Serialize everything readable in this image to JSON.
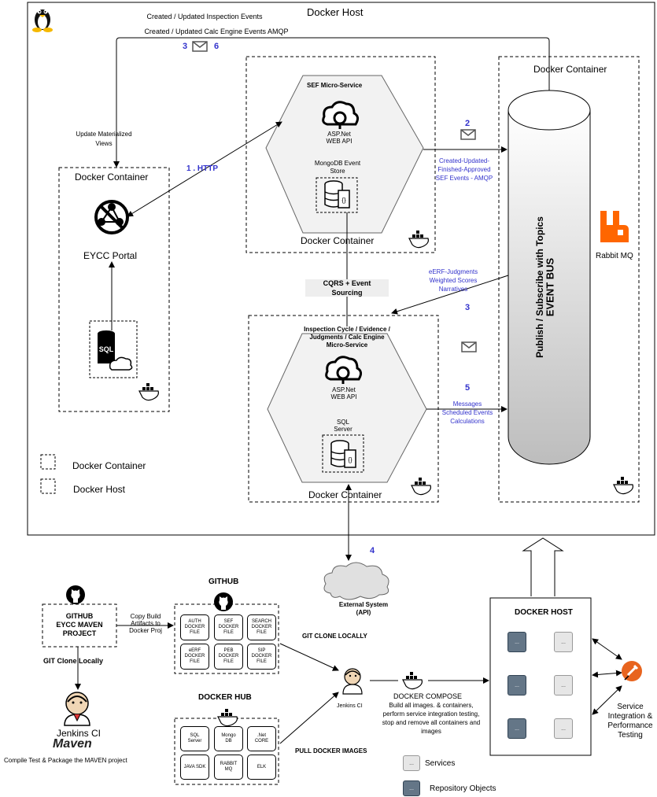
{
  "host": {
    "title": "Docker Host",
    "amqp_line1": "Created / Updated Inspection Events",
    "amqp_line2": "Created / Updated Calc Engine Events AMQP",
    "amqp_num_left": "3",
    "amqp_num_right": "6"
  },
  "portal": {
    "container_label": "Docker Container",
    "name": "EYCC Portal",
    "update_views": "Update Materialized\nViews",
    "sql_icon_text": "SQL"
  },
  "sef": {
    "title": "SEF Micro-Service",
    "api": "ASP.Net\nWEB API",
    "store": "MongoDB Event\nStore",
    "container_label": "Docker Container"
  },
  "http_label": "1 . HTTP",
  "cqrs_label": "CQRS + Event\nSourcing",
  "event_bus": {
    "container_label": "Docker Container",
    "title": "EVENT BUS",
    "subtitle": "Publish / Subscribe with Topics",
    "rabbit": "Rabbit MQ"
  },
  "msg2": {
    "num": "2",
    "text": "Created-Updated-\nFinished-Approved\nSEF Events - AMQP"
  },
  "msg3": {
    "num": "3",
    "text": "eERF-Judgments\nWeighted Scores\nNarratives"
  },
  "msg5": {
    "num": "5",
    "text": "Messages\nScheduled Events\nCalculations"
  },
  "inspection": {
    "title": "Inspection Cycle / Evidence /\nJudgments / Calc Engine\nMicro-Service",
    "api": "ASP.Net\nWEB API",
    "db": "SQL\nServer",
    "container_label": "Docker Container"
  },
  "legend": {
    "container": "Docker Container",
    "host": "Docker Host"
  },
  "external": {
    "num": "4",
    "label": "External System\n(API)"
  },
  "github_project": {
    "title": "GITHUB\nEYCC MAVEN\nPROJECT",
    "copy_label": "Copy Build\nArtifacts to\nDocker Proj",
    "clone_label": "GIT Clone Locally"
  },
  "jenkins_left": {
    "name": "Jenkins CI",
    "maven": "Maven",
    "caption": "Compile Test & Package the MAVEN project"
  },
  "github_repo": {
    "title": "GITHUB",
    "files": [
      "AUTH\nDOCKER\nFILE",
      "SEF\nDOCKER\nFILE",
      "SEARCH\nDOCKER\nFILE",
      "eERF\nDOCKER\nFILE",
      "PEB\nDOCKER\nFILE",
      "SIP\nDOCKER\nFILE"
    ],
    "clone_label": "GIT CLONE LOCALLY"
  },
  "docker_hub": {
    "title": "DOCKER HUB",
    "images": [
      "SQL\nServer",
      "Mongo\nDB",
      ".Net\nCORE",
      "JAVA SDK",
      "RABBIT\nMQ",
      "ELK"
    ],
    "pull_label": "PULL DOCKER IMAGES"
  },
  "jenkins_mid": {
    "name": "Jenkins CI"
  },
  "compose": {
    "title": "DOCKER COMPOSE",
    "desc": "Build all images. & containers,\nperform service integration testing,\nstop and remove all containers and\nimages"
  },
  "docker_host_box": {
    "title": "DOCKER HOST",
    "cell_text": "..."
  },
  "legend_bottom": {
    "services": "Services",
    "repo": "Repository Objects",
    "cell_text": "..."
  },
  "testing": {
    "label": "Service\nIntegration &\nPerformance\nTesting"
  },
  "colors": {
    "accent_blue": "#3333cc",
    "rabbit_orange": "#ff6600",
    "repo_slate": "#647687",
    "service_gray": "#e6e6e6"
  }
}
